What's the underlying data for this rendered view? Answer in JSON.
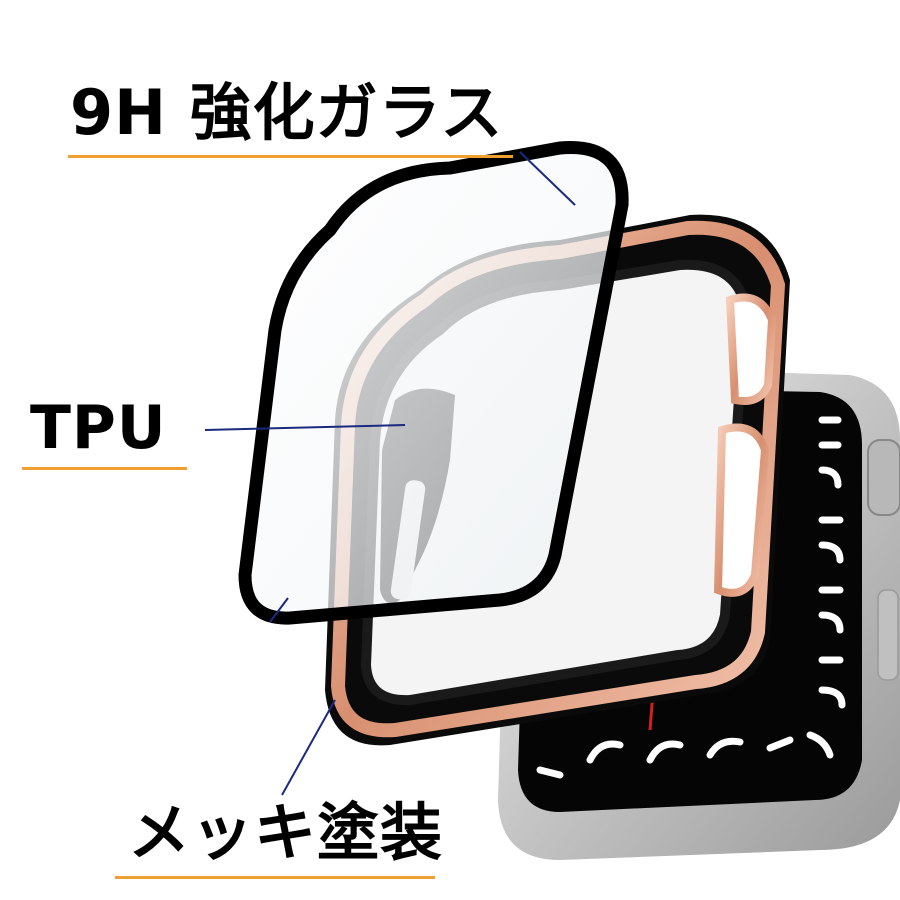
{
  "labels": {
    "glass": "9H 強化ガラス",
    "tpu": "TPU",
    "plating": "メッキ塗装"
  },
  "colors": {
    "underline": "#f0a030",
    "leader": "#1a2a80",
    "text": "#000000",
    "rose_gold": "#e8a890",
    "case_black": "#0a0a0a",
    "watch_silver": "#c8c8c8",
    "second_hand": "#d02020"
  },
  "icons": {
    "product": "watch-case-product-illustration"
  }
}
